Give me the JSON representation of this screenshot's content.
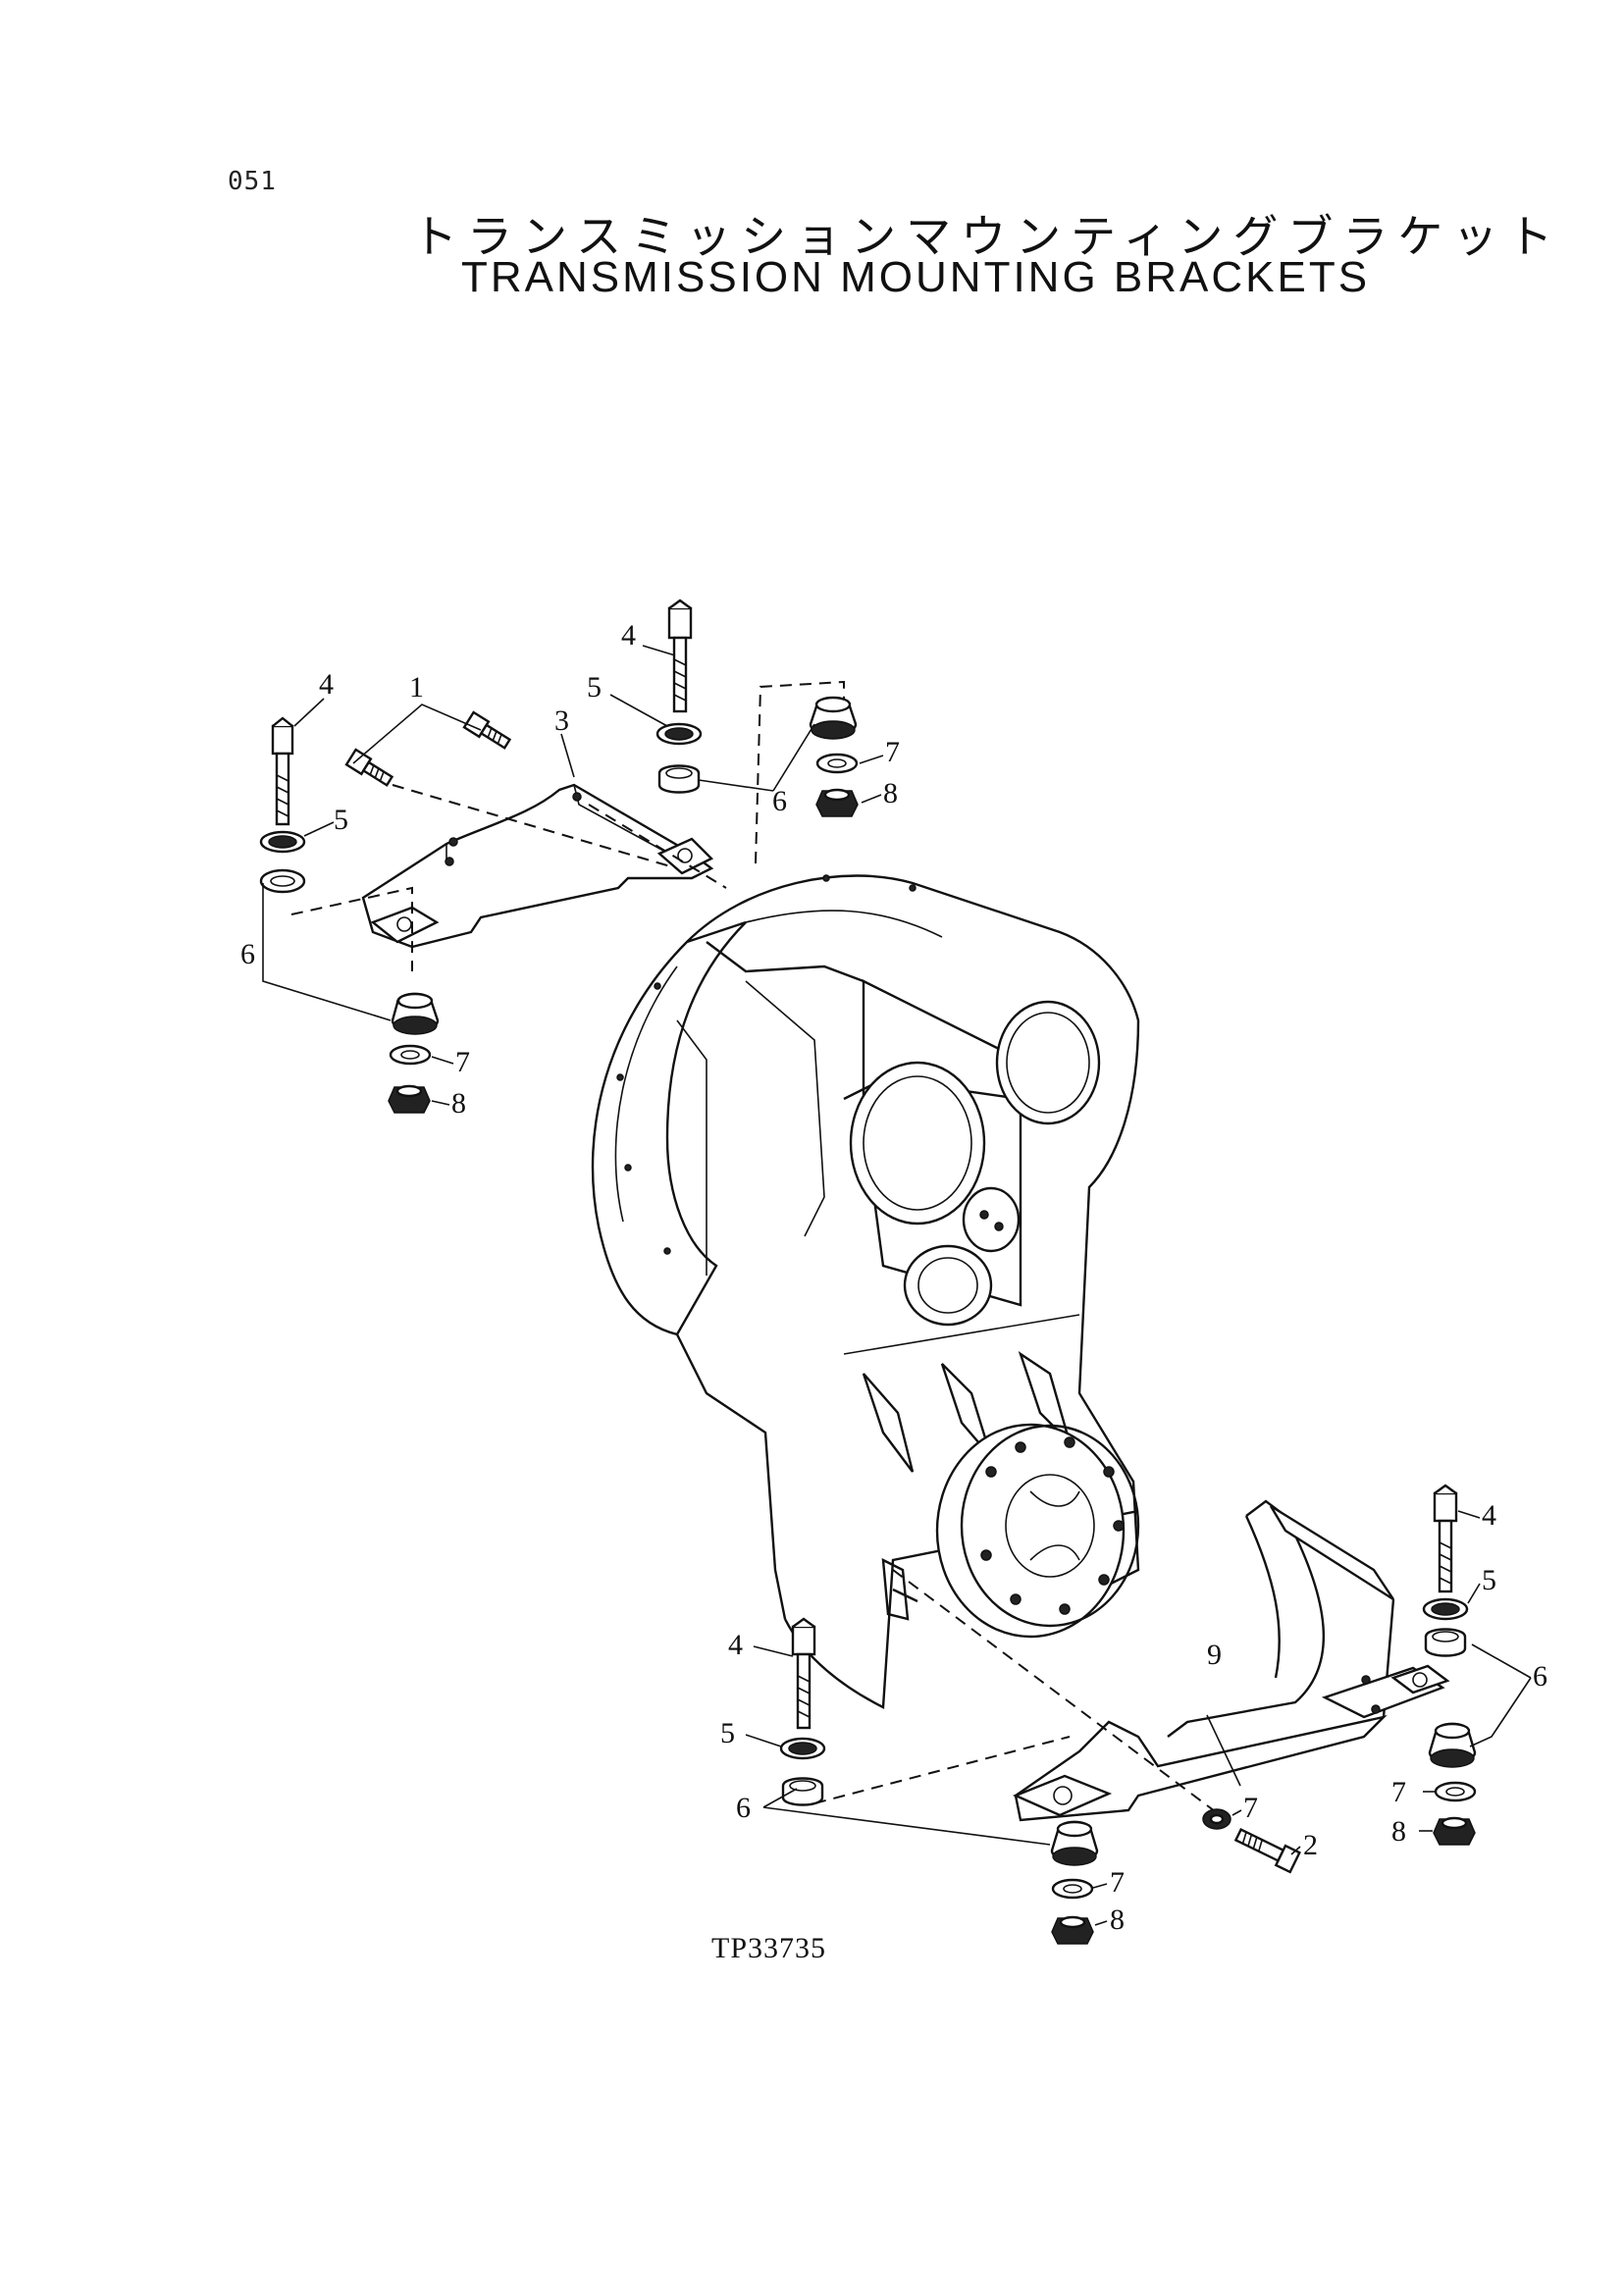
{
  "page_number": "051",
  "title_japanese": "トランスミッションマウンティングブラケット",
  "title_english": "TRANSMISSION MOUNTING BRACKETS",
  "drawing_id": "TP33735",
  "callouts": {
    "c4a": "4",
    "c1": "1",
    "c3": "3",
    "c4b": "4",
    "c5a": "5",
    "c5b": "5",
    "c6a": "6",
    "c6b": "6",
    "c7a": "7",
    "c7b": "7",
    "c8a": "8",
    "c8b": "8",
    "c4c": "4",
    "c5c": "5",
    "c6c": "6",
    "c7c": "7",
    "c8c": "8",
    "c9": "9",
    "c7d": "7",
    "c2": "2",
    "c4d": "4",
    "c5d": "5",
    "c6d": "6",
    "c7e": "7",
    "c8d": "8"
  },
  "parts": [
    {
      "no": "1",
      "name": "bolt"
    },
    {
      "no": "2",
      "name": "bolt"
    },
    {
      "no": "3",
      "name": "bracket"
    },
    {
      "no": "4",
      "name": "bolt"
    },
    {
      "no": "5",
      "name": "washer"
    },
    {
      "no": "6",
      "name": "mount"
    },
    {
      "no": "7",
      "name": "washer"
    },
    {
      "no": "8",
      "name": "nut"
    },
    {
      "no": "9",
      "name": "bracket"
    }
  ]
}
